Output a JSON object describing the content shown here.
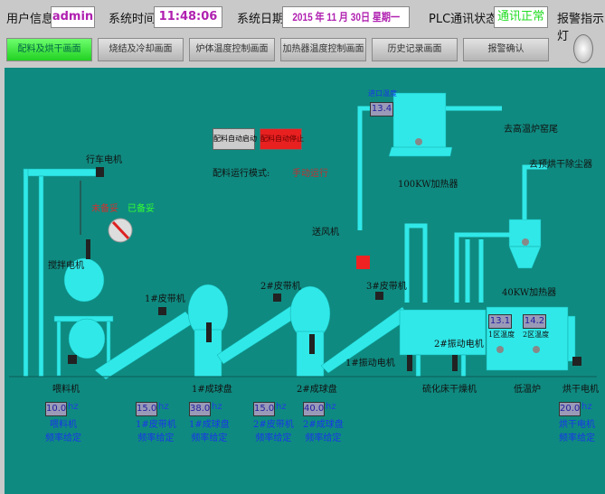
{
  "header": {
    "user_label": "用户信息",
    "user_value": "admin",
    "time_label": "系统时间",
    "time_value": "11:48:06",
    "date_label": "系统日期",
    "date_value": "2015 年 11 月 30日 星期一",
    "plc_label": "PLC通讯状态",
    "plc_value": "通讯正常",
    "alarm_label": "报警指示灯"
  },
  "nav": [
    {
      "label": "配料及烘干画面",
      "active": true
    },
    {
      "label": "烧结及冷却画面"
    },
    {
      "label": "炉体温度控制画面"
    },
    {
      "label": "加热器温度控制画面"
    },
    {
      "label": "历史记录画面"
    },
    {
      "label": "报警确认"
    }
  ],
  "controls": {
    "auto_start": "配料自动启动",
    "auto_stop": "配料自动停止",
    "mode_label": "配料运行模式:",
    "mode_value": "手动运行",
    "not_ready": "未备妥",
    "ready": "已备妥"
  },
  "equipment": {
    "crane_motor": "行车电机",
    "mixer_motor": "搅拌电机",
    "belt1": "1#皮带机",
    "belt2": "2#皮带机",
    "belt3": "3#皮带机",
    "feeder": "喂料机",
    "pelletizer1": "1#成球盘",
    "pelletizer2": "2#成球盘",
    "blower": "送风机",
    "heater100": "100KW加热器",
    "heater40": "40KW加热器",
    "to_kiln": "去高温炉窑尾",
    "to_dust": "去预烘干除尘器",
    "vib1": "1#振动电机",
    "vib2": "2#振动电机",
    "dryer": "硫化床干燥机",
    "low_furnace": "低温炉",
    "dry_motor": "烘干电机"
  },
  "readings": {
    "inlet_temp_label": "进口温度",
    "inlet_temp": "13.4",
    "zone1_temp": "13.1",
    "zone1_label": "1区温度",
    "zone2_temp": "14.2",
    "zone2_label": "2区温度"
  },
  "setpoints": [
    {
      "value": "10.0",
      "unit": "hz",
      "name": "喂料机",
      "sub": "频率给定"
    },
    {
      "value": "15.0",
      "unit": "hz",
      "name": "1#皮带机",
      "sub": "频率给定"
    },
    {
      "value": "38.0",
      "unit": "hz",
      "name": "1#成球盘",
      "sub": "频率给定"
    },
    {
      "value": "15.0",
      "unit": "hz",
      "name": "2#皮带机",
      "sub": "频率给定"
    },
    {
      "value": "40.0",
      "unit": "hz",
      "name": "2#成球盘",
      "sub": "频率给定"
    },
    {
      "value": "20.0",
      "unit": "hz",
      "name": "烘干电机",
      "sub": "频率给定"
    }
  ],
  "colors": {
    "panel": "#0f8a80",
    "equipment": "#30e8e8",
    "active_nav": "#33dd33",
    "stop": "#e82020"
  }
}
